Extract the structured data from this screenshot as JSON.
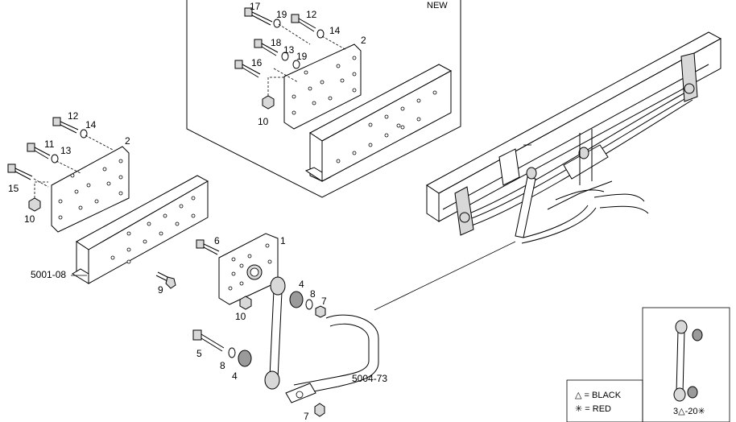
{
  "inset_label": "NEW",
  "group_left": "5001-08",
  "group_bar": "5004-73",
  "callouts": {
    "n17": "17",
    "n19a": "19",
    "n12a": "12",
    "n14a": "14",
    "n2a": "2",
    "n18": "18",
    "n13a": "13",
    "n19b": "19",
    "n16": "16",
    "n10a": "10",
    "n12b": "12",
    "n14b": "14",
    "n11": "11",
    "n13b": "13",
    "n2b": "2",
    "n15": "15",
    "n10b": "10",
    "n6": "6",
    "n1": "1",
    "n9": "9",
    "n10c": "10",
    "n4a": "4",
    "n8a": "8",
    "n7a": "7",
    "n5": "5",
    "n8b": "8",
    "n4b": "4",
    "n7b": "7"
  },
  "legend": {
    "black_row": "△ = BLACK",
    "red_row": "✳ = RED"
  },
  "inset_qty": "3△-20✳"
}
